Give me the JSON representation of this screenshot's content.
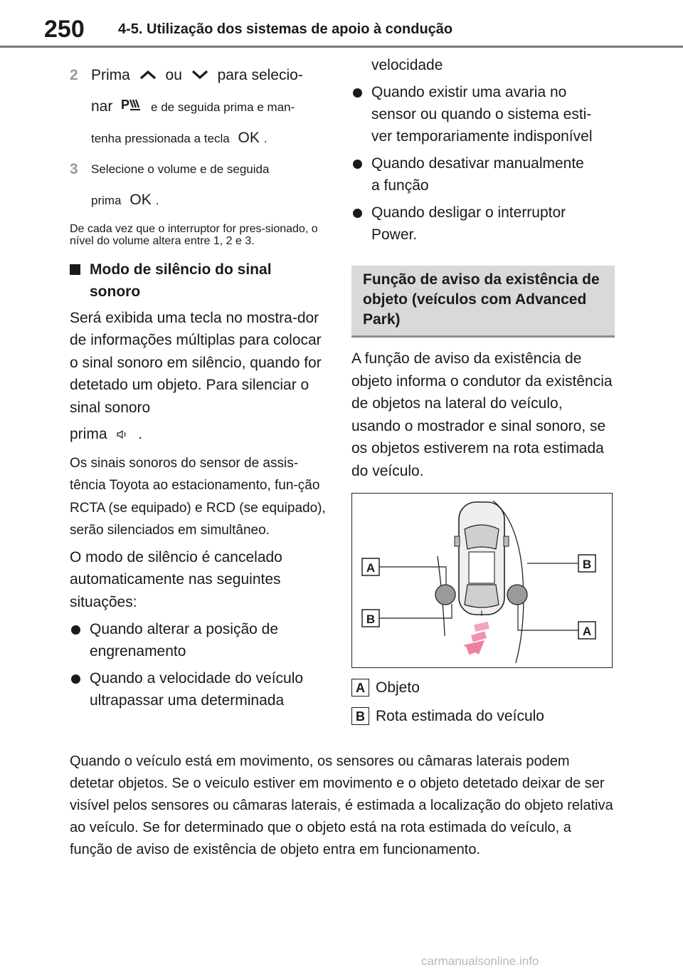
{
  "header": {
    "page_number": "250",
    "section_title": "4-5. Utilização dos sistemas de apoio à condução"
  },
  "left": {
    "step2": {
      "number": "2",
      "line1_a": "Prima",
      "line1_b": "ou",
      "line1_c": "para selecio-",
      "line2_a": "nar",
      "line2_b": "e de seguida prima e man-",
      "line3_a": "tenha pressionada a tecla",
      "line3_key": "OK",
      "line3_end": "."
    },
    "step3": {
      "number": "3",
      "line1": "Selecione o volume e de seguida",
      "line2_a": "prima",
      "line2_key": "OK",
      "line2_end": "."
    },
    "note": "De cada vez que o interruptor for pres-sionado, o nível do volume altera entre 1, 2 e 3.",
    "subhead_line1": "Modo de silêncio do sinal",
    "subhead_line2": "sonoro",
    "para1": "Será exibida uma tecla no mostra-dor de informações múltiplas para colocar o sinal sonoro em silêncio, quando for detetado um objeto. Para silenciar o sinal sonoro",
    "para1_tail_a": "prima",
    "para1_tail_end": ".",
    "para2": "Os sinais sonoros do sensor de assis-tência Toyota ao estacionamento, fun-ção RCTA (se equipado) e RCD (se equipado), serão silenciados em simultâneo.",
    "para3": "O modo de silêncio é cancelado automaticamente nas seguintes situações:",
    "bullet1_line1": "Quando alterar a posição de",
    "bullet1_line2": "engrenamento",
    "bullet2_line1": "Quando a velocidade do veículo",
    "bullet2_line2": "ultrapassar uma determinada"
  },
  "right": {
    "cont_word": "velocidade",
    "bullet3_line1": "Quando existir uma avaria no",
    "bullet3_line2": "sensor ou quando o sistema esti-",
    "bullet3_line3": "ver temporariamente indisponível",
    "bullet4_line1": "Quando desativar manualmente",
    "bullet4_line2": "a função",
    "bullet5_line1": "Quando desligar o interruptor",
    "bullet5_line2": "Power.",
    "box_title": "Função de aviso da existência de objeto (veículos com Advanced Park)",
    "para": "A função de aviso da existência de objeto informa o condutor da existência de objetos na lateral do veículo, usando o mostrador e sinal sonoro, se os objetos estiverem na rota estimada do veículo."
  },
  "figure": {
    "label_a": "A",
    "label_b": "B"
  },
  "legend": {
    "a_key": "A",
    "a_text": "Objeto",
    "b_key": "B",
    "b_text": "Rota estimada do veículo"
  },
  "bottom": "Quando o veículo está em movimento, os sensores ou câmaras laterais podem detetar objetos. Se o veiculo estiver em movimento e o objeto detetado deixar de ser visível pelos sensores ou câmaras laterais, é estimada a localização do objeto relativa ao veículo. Se for determinado que o objeto está na rota estimada do veículo, a função de aviso de existência de objeto entra em funcionamento.",
  "watermark": "carmanualsonline.info",
  "colors": {
    "box_bg": "#d9d9d9",
    "step_number": "#9a9a9a",
    "arrow_pink": "#f28aa8"
  }
}
